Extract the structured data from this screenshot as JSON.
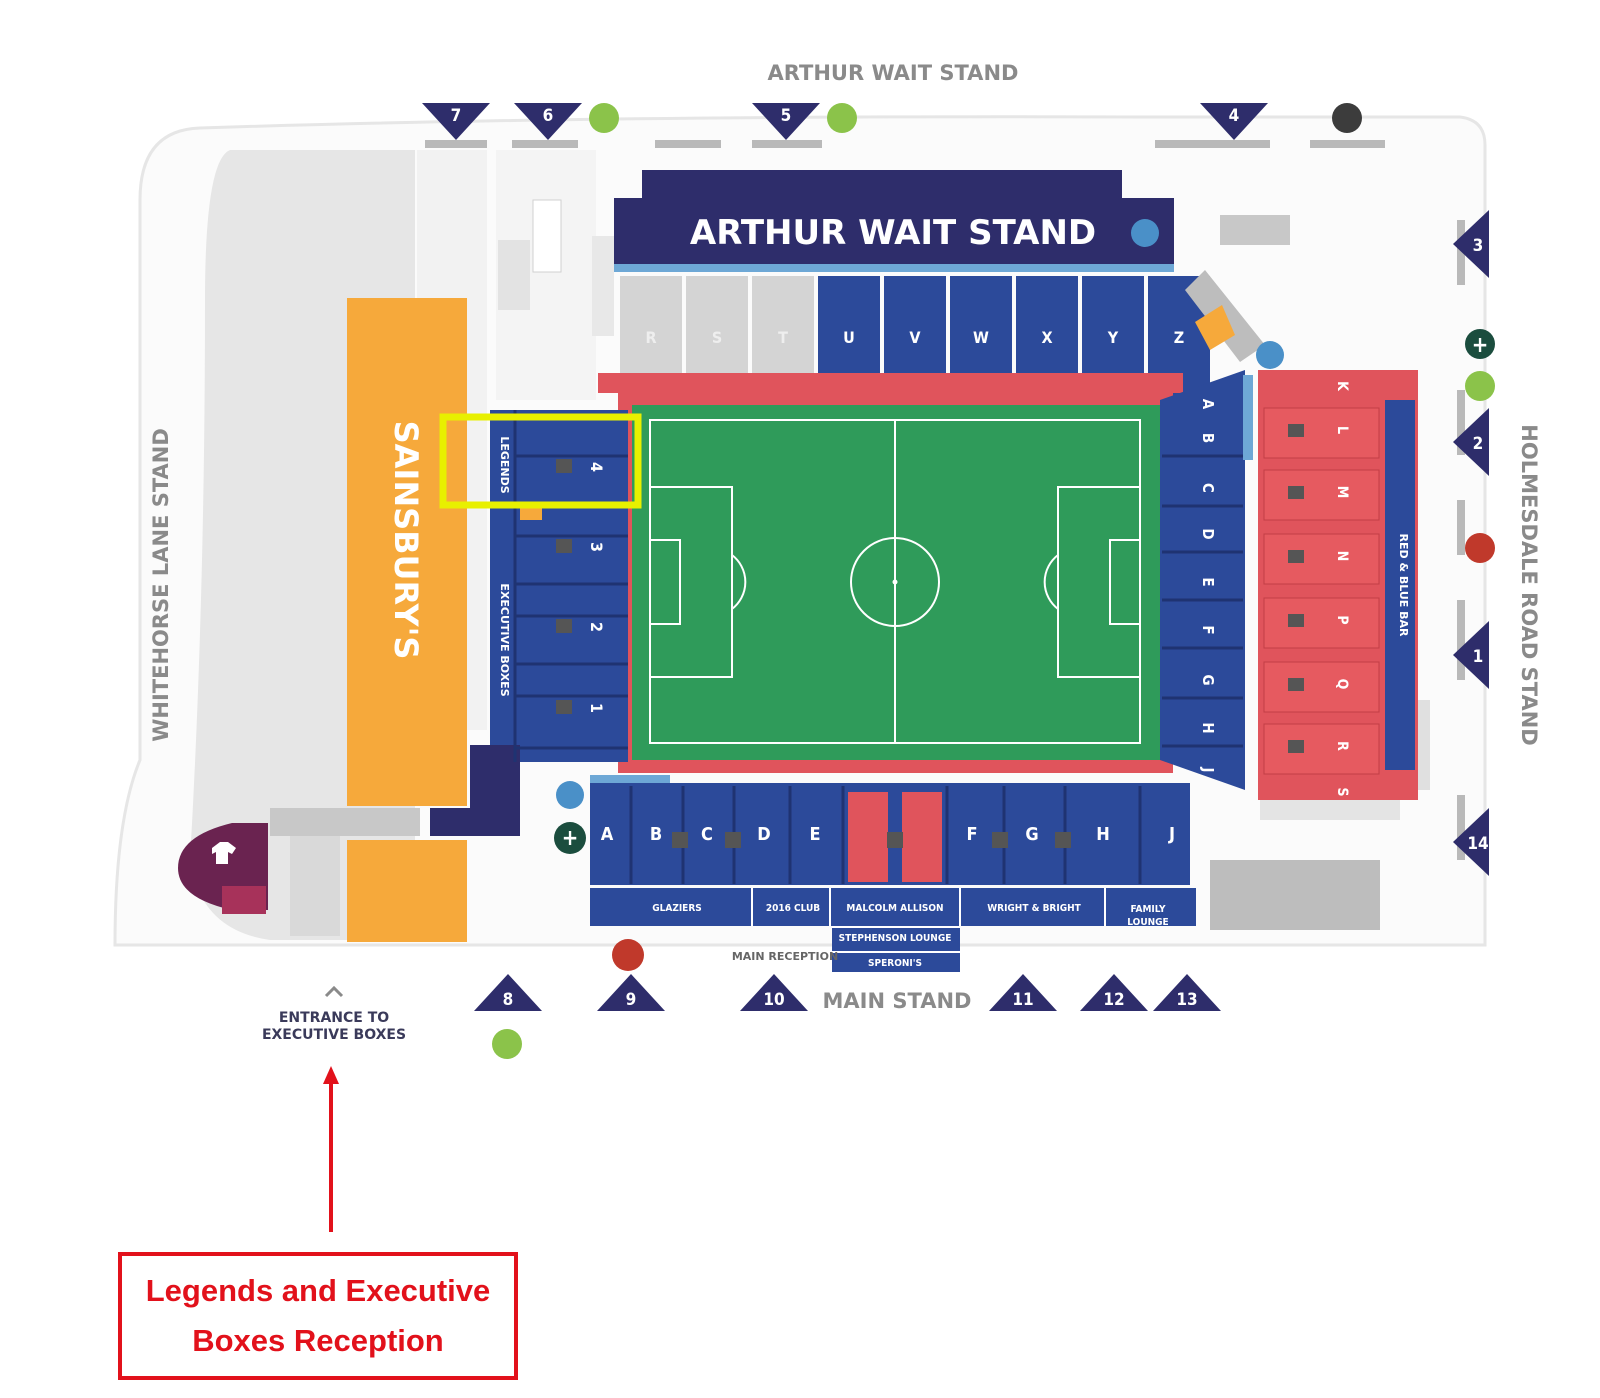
{
  "stands": {
    "top_outer_label": "ARTHUR WAIT STAND",
    "top_banner": "ARTHUR WAIT STAND",
    "left_label": "WHITEHORSE LANE STAND",
    "right_label": "HOLMESDALE ROAD STAND",
    "bottom_label": "MAIN STAND"
  },
  "store": {
    "label": "SAINSBURY'S"
  },
  "arthur_wait_blocks": [
    "R",
    "S",
    "T",
    "U",
    "V",
    "W",
    "X",
    "Y",
    "Z"
  ],
  "holmesdale_inner_blocks": [
    "A",
    "B",
    "C",
    "D",
    "E",
    "F",
    "G",
    "H",
    "J"
  ],
  "holmesdale_outer_blocks": [
    "K",
    "L",
    "M",
    "N",
    "P",
    "Q",
    "R",
    "S"
  ],
  "holmesdale_bar": "RED & BLUE BAR",
  "main_stand_blocks": [
    "A",
    "B",
    "C",
    "D",
    "E",
    "F",
    "G",
    "H",
    "J"
  ],
  "exec_boxes": {
    "legends": "LEGENDS",
    "executive": "EXECUTIVE BOXES",
    "numbers": [
      "4",
      "3",
      "2",
      "1"
    ]
  },
  "lounges": {
    "glaziers": "GLAZIERS",
    "club": "2016 CLUB",
    "malcolm": "MALCOLM ALLISON",
    "wright": "WRIGHT & BRIGHT",
    "family": "FAMILY LOUNGE",
    "stephenson": "STEPHENSON LOUNGE",
    "speroni": "SPERONI'S",
    "reception": "MAIN RECEPTION"
  },
  "gates": [
    "1",
    "2",
    "3",
    "4",
    "5",
    "6",
    "7",
    "8",
    "9",
    "10",
    "11",
    "12",
    "13",
    "14"
  ],
  "entrance_label": [
    "ENTRANCE TO",
    "EXECUTIVE BOXES"
  ],
  "callout": {
    "line1": "Legends and Executive",
    "line2": "Boxes Reception"
  },
  "colors": {
    "navy": "#2e2d6b",
    "seat_blue": "#2c4a9a",
    "pitch": "#2f9b5a",
    "red_block": "#e0545c",
    "orange": "#f6a93b",
    "highlight": "#e8f000",
    "callout_red": "#e2111b",
    "maroon": "#6a2350",
    "accessible_green": "#8bc34a",
    "first_aid": "#1b4d3e"
  }
}
